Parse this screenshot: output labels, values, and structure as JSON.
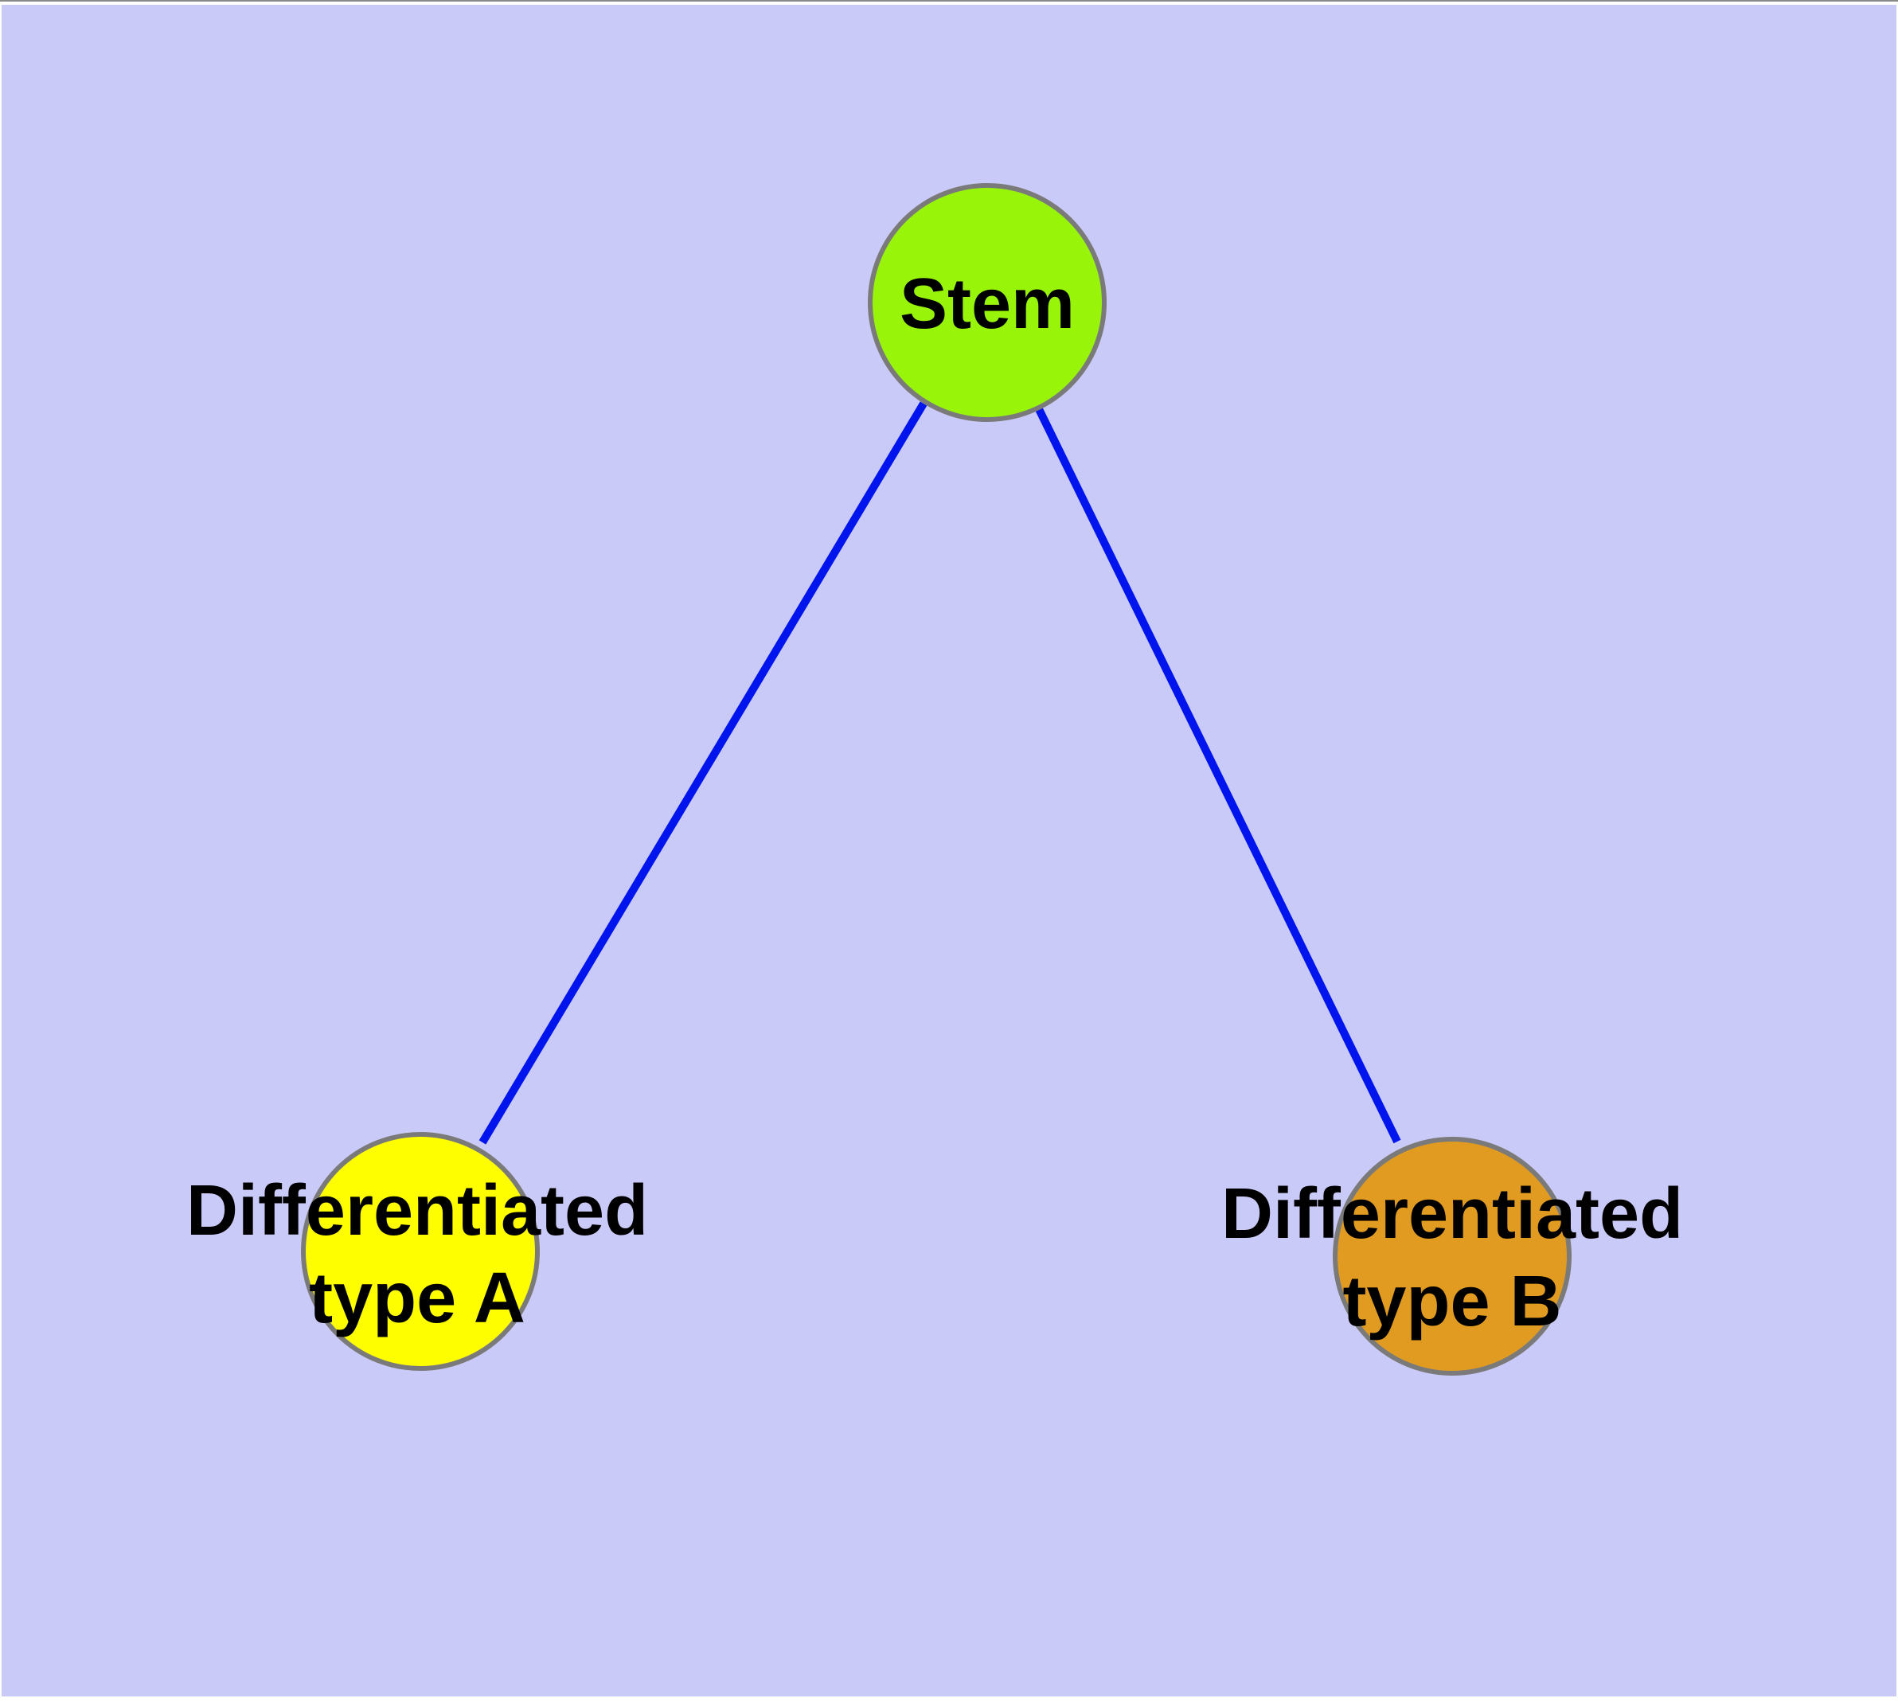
{
  "diagram": {
    "type": "graph",
    "description": "Cell differentiation hierarchy: Stem node linked to two differentiated cell-type nodes",
    "background_color": "#cacaf8",
    "frame_color": "#ffffff",
    "top_line_color": "#888888",
    "edge_color": "#0014ee",
    "node_border_color": "#7a7a7a",
    "label_color": "#000000",
    "nodes": [
      {
        "id": "stem",
        "label_lines": [
          "Stem"
        ],
        "fill": "#98f50a"
      },
      {
        "id": "differentiated-type-a",
        "label_lines": [
          "Differentiated",
          "type A"
        ],
        "fill": "#fefe00"
      },
      {
        "id": "differentiated-type-b",
        "label_lines": [
          "Differentiated",
          "type B"
        ],
        "fill": "#e29b21"
      }
    ],
    "edges": [
      {
        "from": "stem",
        "to": "differentiated-type-a"
      },
      {
        "from": "stem",
        "to": "differentiated-type-b"
      }
    ]
  }
}
